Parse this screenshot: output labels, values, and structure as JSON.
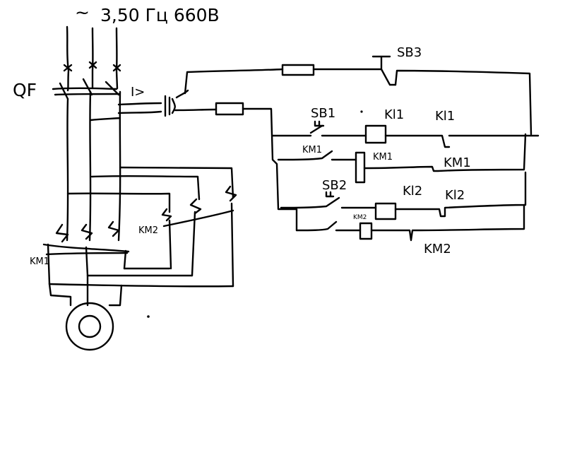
{
  "supply": {
    "tilde": "~",
    "spec": "3,50 Гц 660В"
  },
  "labels": {
    "qf": "QF",
    "overcurrent": "I>",
    "sb3": "SB3",
    "sb1": "SB1",
    "sb2": "SB2",
    "kl1_coil": "Kl1",
    "kl1_contact": "Kl1",
    "km1_hold": "KM1",
    "km1_coil": "KM1",
    "km1_contact": "KM1",
    "kl2_coil": "Kl2",
    "kl2_contact": "Kl2",
    "km2_hold": "KM2",
    "km2_contact": "KM2",
    "km2_power": "KM2",
    "km1_power": "KM1"
  }
}
